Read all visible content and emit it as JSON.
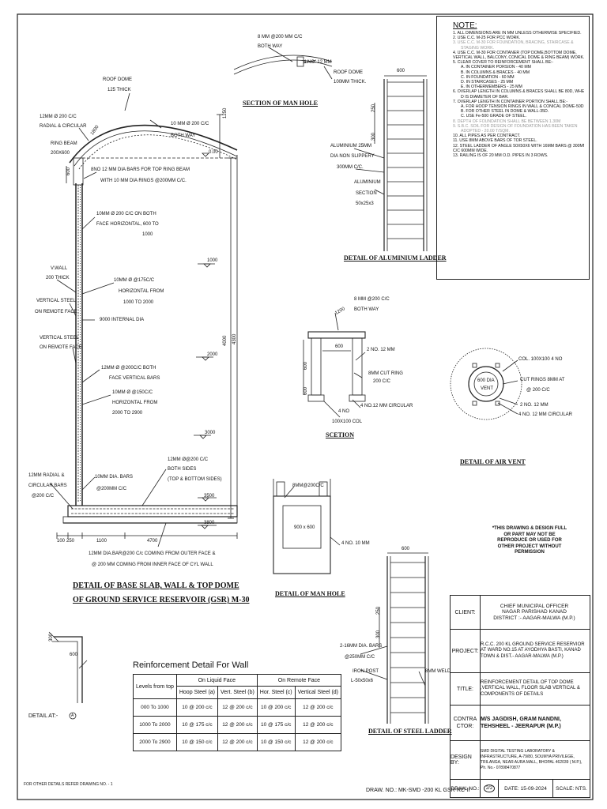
{
  "notes": {
    "heading": "NOTE:",
    "lines": [
      {
        "text": "1. ALL DIMENSIONS ARE IN MM UNLESS OTHERWISE SPECIFIED.",
        "style": ""
      },
      {
        "text": "2. USE C.C. M-25 FOR PCC WORK.",
        "style": ""
      },
      {
        "text": "3. USE C.C. M-30 FOR FOUNDATION, BRACING, STAIRCASE &",
        "style": "grey"
      },
      {
        "text": "STAGING WORK.",
        "style": "grey ind"
      },
      {
        "text": "4. USE C.C. M-30 FOR CONTANER (TOP DOME,BOTTOM DOME,",
        "style": ""
      },
      {
        "text": "VERTICAL WALL, BALCONY, CONICAL DOME & RING BEAM) WORK.",
        "style": ""
      },
      {
        "text": "5. CLEAR COVER TO REINFORCEMENT SHALL BE:-",
        "style": ""
      },
      {
        "text": "A. IN CONTAINER PORSION - 40 MM",
        "style": "ind"
      },
      {
        "text": "B. IN COLUMNS & BRACES - 40 MM",
        "style": "ind"
      },
      {
        "text": "C. IN FOUNDATION - 60 MM",
        "style": "ind"
      },
      {
        "text": "D. IN STAIRCASES - 25 MM",
        "style": "ind"
      },
      {
        "text": "E. IN OTHERMEMBERS - 25 MM",
        "style": "ind"
      },
      {
        "text": "6. OVERLAP LENGTH IN COLUMNS & BRACES SHALL BE 80D, WHERE",
        "style": ""
      },
      {
        "text": "D IS DIAMETER OF BAR.",
        "style": "ind"
      },
      {
        "text": "7. OVERLAP LENGTH IN CONTAINER PORTION SHALL BE:-",
        "style": ""
      },
      {
        "text": "A. FOR HOOP TENSION RINGS IN WALL & CONICAL DOME-50D.",
        "style": "ind"
      },
      {
        "text": "B. FOR OTHER STEEL IN DOME & WALL-35D.",
        "style": "ind"
      },
      {
        "text": "C. USE Fe-500 GRADE OF STEEL.",
        "style": "ind"
      },
      {
        "text": "8. DEPTH OF FOUNDATION SHALL BE BETWEEN 1.30M",
        "style": "grey"
      },
      {
        "text": "9. S.B.C. SOIL FOR DESIGN OF FOUNDATION HAS BEEN TAKEN",
        "style": "grey"
      },
      {
        "text": "ADOPTED - 20.00 T/SQM.",
        "style": "grey ind"
      },
      {
        "text": "10. ALL PIPES AS PER CONTRACT.",
        "style": ""
      },
      {
        "text": "11. USE 8MM ABOVE BARS OF TOR STEEL.",
        "style": ""
      },
      {
        "text": "12. STEEL LADDER OF ANGLE 50X50X6 WITH 16MM BARS @ 300MM",
        "style": ""
      },
      {
        "text": "C/C 600MM WIDE.",
        "style": ""
      },
      {
        "text": "13. RAILING IS OF 20 MM O.D. PIPES IN 3 ROWS.",
        "style": ""
      }
    ]
  },
  "titles": {
    "section_man_hole": "SECTION OF MAN HOLE",
    "aluminium_ladder": "DETAIL OF ALUMINIUM LADDER",
    "section": "SCETION",
    "air_vent": "DETAIL OF AIR VENT",
    "base_slab_1": "DETAIL OF BASE SLAB, WALL & TOP DOME",
    "base_slab_2": "OF GROUND SERVICE RESERVOIR (GSR) M-30",
    "man_hole": "DETAIL OF MAN HOLE",
    "steel_ladder": "DETAIL OF STEEL LADDER",
    "reinf_table": "Reinforcement Detail For Wall",
    "detail_at": "DETAIL AT:-"
  },
  "labels": {
    "roof_dome": "ROOF DOME",
    "roof_dome_thick": "125 THICK",
    "ring_beam_1": "12MM Ø 200 C/C",
    "ring_beam_2": "RADIAL & CIRCULAR",
    "ring_beam_3": "RING BEAM",
    "ring_beam_4": "200X600",
    "dome_bars_1": "10 MM Ø 200 C/C",
    "dome_bars_2": "BOTH WAY",
    "dim_1250": "1250",
    "dim_1800": "1800",
    "dim_600": "600",
    "level_000": "0.00",
    "top_ring_1": "8NO 12 MM DIA BARS FOR TOP RING BEAM",
    "top_ring_2": "WITH 10 MM DIA RINGS @200MM C/C.",
    "face_h_1": "10MM Ø 200 C/C ON BOTH",
    "face_h_2": "FACE HORIZONTAL, 600 TO",
    "face_h_3": "1000",
    "level_1000": "1000",
    "vwall_1": "V.WALL",
    "vwall_2": "200 THICK",
    "hor_175_1": "10MM Ø @175C/C",
    "hor_175_2": "HORIZONTAL FROM",
    "hor_175_3": "1000 TO 2000",
    "vs_remote_1a": "VERTICAL STEEL",
    "vs_remote_1b": "ON REMOTE FACE",
    "internal_dia": "9000 INTERNAL DIA",
    "vs_remote_2a": "VERTICAL STEEL",
    "vs_remote_2b": "ON REMOTE FACE",
    "level_2000": "2000",
    "dim_4000": "4000",
    "dim_4300": "4300",
    "both_face_1": "12MM Ø @200C/C BOTH",
    "both_face_2": "FACE VERTICAL BARS",
    "hor_150_1": "10MM Ø @150C/C",
    "hor_150_2": "HORIZONTAL FROM",
    "hor_150_3": "2000 TO 2900",
    "level_3000": "3000",
    "bs_1": "12MM Ø@200 C/C",
    "bs_2": "BOTH SIDES",
    "bs_3": "(TOP & BOTTOM SIDES)",
    "radial_1": "12MM RADIAL &",
    "radial_2": "CIRCULAR BARS",
    "radial_3": "@200 C/C",
    "dia_bars_1": "10MM DIA. BARS",
    "dia_bars_2": "@200MM C/C",
    "level_3500": "3500",
    "level_3800": "3800",
    "dim_250": "250",
    "dim_100": "100",
    "dim_1100": "1100",
    "dim_4700": "4700",
    "bottom_1": "12MM DIA.BAR@200 C/c COMING FROM OUTER FACE &",
    "bottom_2": "@ 200 MM COMING FROM INNER FACE OF CYL WALL",
    "mh_top_1": "8 MM @200 MM C/C",
    "mh_top_2": "BOTH WAY",
    "mh_4no": "4 NO. 12 MM",
    "mh_rd_1": "ROOF DOME",
    "mh_rd_2": "100MM THICK.",
    "al_600": "600",
    "al_1": "ALUMINIUM 25MM",
    "al_2": "DIA NON SLIPPERY",
    "al_3": "300MM C/C.",
    "al_4": "ALUMINIUM",
    "al_5": "SECTION",
    "al_6": "50x25x3",
    "al_250": "250",
    "al_300": "300",
    "sc_1": "8 MM @200 C/C",
    "sc_2": "BOTH WAY",
    "sc_1200": "1200",
    "sc_600a": "600",
    "sc_2no": "2 NO. 12 MM",
    "sc_ring_1": "8MM CUT RING",
    "sc_ring_2": "200 C/C",
    "sc_600b": "600",
    "sc_600c": "600",
    "sc_4nocirc": "4 NO.12 MM CIRCULAR",
    "sc_col_1": "4 NO",
    "sc_col_2": "100X100 COL",
    "av_col": "COL. 100X100 4 NO",
    "av_600_1": "600 DIA",
    "av_600_2": "VENT",
    "av_cut_1": "CUT RINGS 8MM AT",
    "av_cut_2": "@ 200 C/C",
    "av_2no": "2 NO. 12 MM",
    "av_4no": "4 NO. 12 MM CIRCULAR",
    "mhd_8mm": "8MM@200C/C",
    "mhd_900": "900 x 600",
    "mhd_4no": "4 NO. 10 MM",
    "sl_600": "600",
    "sl_1": "2-16MM DIA. BARS",
    "sl_2": "@250MM C/C",
    "sl_3": "IRON POST",
    "sl_4": "L-50x50x6",
    "sl_weld": "8MM WELD",
    "sl_250": "250",
    "sl_300": "300",
    "da_300": "300",
    "da_600": "600",
    "da_circle": "A",
    "footer_note": "FOR OTHER DETAILS REFER DRAWING NO. - 1"
  },
  "copyright": "*THIS DRAWING & DESIGN FULL OR PART MAY NOT BE REPRODUCE OR USED FOR OTHER PROJECT WITHOUT PERMISSION",
  "reinforcement_table": {
    "h_levels": "Levels from top",
    "h_liquid": "On Liquid Face",
    "h_remote": "On Remote Face",
    "sub": [
      "Hoop Steel (a)",
      "Vert. Steel (b)",
      "Hor. Steel (c)",
      "Vertical Steel (d)"
    ],
    "rows": [
      [
        "000 To 1000",
        "10 @ 200 c/c",
        "12 @ 200 c/c",
        "10 @ 200 c/c",
        "12 @ 200 c/c"
      ],
      [
        "1000 To 2000",
        "10 @ 175 c/c",
        "12 @ 200 c/c",
        "10 @ 175 c/c",
        "12 @ 200 c/c"
      ],
      [
        "2000 To 2900",
        "10 @ 150 c/c",
        "12 @ 200 c/c",
        "10 @ 150 c/c",
        "12 @ 200 c/c"
      ]
    ]
  },
  "title_block": {
    "client_label": "CLIENT:",
    "client_1": "CHIEF MUNICIPAL OFFICER",
    "client_2": "NAGAR PARISHAD KANAD",
    "client_3": "DISTRICT :- AAGAR-MALWA (M.P.)",
    "project_label": "PROJECT:",
    "project": "R.C.C. 200 KL GROUND SERVICE RESERVIOR AT WARD NO.15 AT AYODHYA BASTI, KANAD TOWN & DIST.- AAGAR-MALWA (M.P.)",
    "title_label": "TITLE:",
    "title": "REINFORCEMENT DETAIL OF TOP DOME ,VERTICAL WALL, FLOOR SLAB VERTICAL & COMPONENTS OF DETAILS",
    "contractor_label": "CONTRA CTOR:",
    "contractor": "M/S JAGDISH, GRAM NANDNI, TEHSHEEL - JEERAPUR (M.P.)",
    "design_label": "DESIGN BY:",
    "design": "SMD DIGITAL TESTING LABORATORY & INFRASTRUCTURE, A-79/80, SOUMYA PRIVILEGE, TRILANGA, NEAR AURA MALL, BHOPAL 462039 ( M.P.), Ph. No.- 07898470877",
    "draw_no_label": "DRAW. NO.:",
    "sheet": "2/2",
    "date": "DATE: 15-09-2024",
    "scale": "SCALE: NTS.",
    "draw_no": "DRAW. NO.: MK-SMD -200 KL GSR-RC-II"
  }
}
